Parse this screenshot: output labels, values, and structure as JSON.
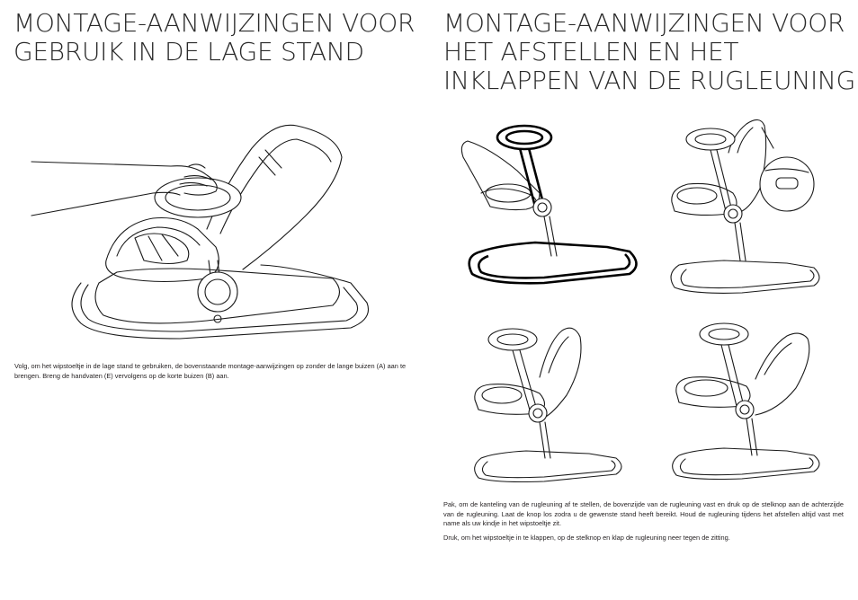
{
  "left": {
    "title_lines": [
      "MONTAGE-AANWIJZINGEN VOOR",
      "GEBRUIK IN DE LAGE STAND"
    ],
    "body": "Volg, om het wipstoeltje in de lage stand te gebruiken, de bovenstaande montage-aanwijzingen op zonder de lange buizen (A) aan te brengen. Breng de handvaten (E) vervolgens op de korte buizen (B) aan."
  },
  "right": {
    "title_lines": [
      "MONTAGE-AANWIJZINGEN VOOR",
      "HET AFSTELLEN EN HET",
      "INKLAPPEN VAN DE RUGLEUNING"
    ],
    "body_1": "Pak, om de kanteling van de rugleuning af te stellen, de bovenzijde van de rugleuning vast en druk op de stelknop aan de achterzijde van de rugleuning. Laat de knop los zodra u de gewenste stand heeft bereikt. Houd de rugleuning tijdens het afstellen altijd vast met name als uw kindje in het wipstoeltje zit.",
    "body_2": "Druk, om het wipstoeltje in te klappen, op de stelknop en klap de rugleuning neer tegen de zitting."
  },
  "illustrations": [
    "hand-adjusting-low-bouncer-illustration",
    "bouncer-highlighted-frame-illustration",
    "bouncer-adjust-button-detail-illustration",
    "bouncer-reclined-illustration",
    "bouncer-upright-illustration"
  ]
}
